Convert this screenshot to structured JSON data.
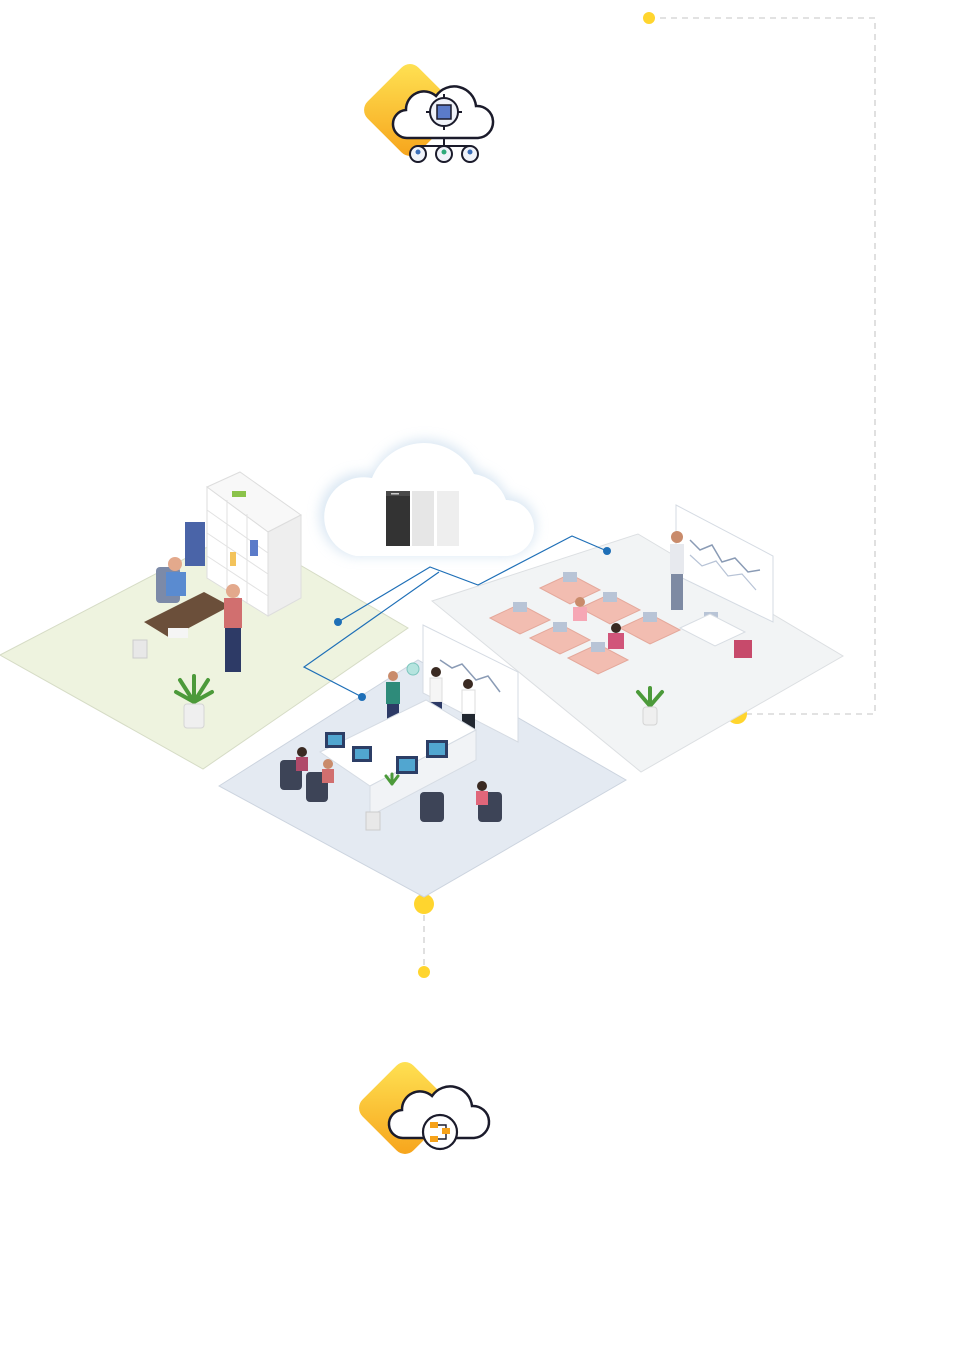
{
  "colors": {
    "accent_yellow": "#FFD52E",
    "accent_orange": "#F6A21A",
    "connector_blue": "#1E6FB7",
    "dashed_line": "#D9D9D9",
    "floor_green": "#EEF3DF",
    "floor_blue": "#E4EAF2",
    "floor_gray": "#F2F4F5",
    "icon_stroke": "#1B1B2B",
    "server_dark": "#3A3A3A"
  },
  "icons": {
    "top": "cloud-users-gear-icon",
    "bottom": "cloud-flowchart-icon",
    "center": "cloud-server-icon"
  },
  "rooms": [
    {
      "id": "office-room",
      "icon": "office-desk-icon"
    },
    {
      "id": "dev-room",
      "icon": "workstations-icon"
    },
    {
      "id": "classroom",
      "icon": "classroom-icon"
    }
  ]
}
